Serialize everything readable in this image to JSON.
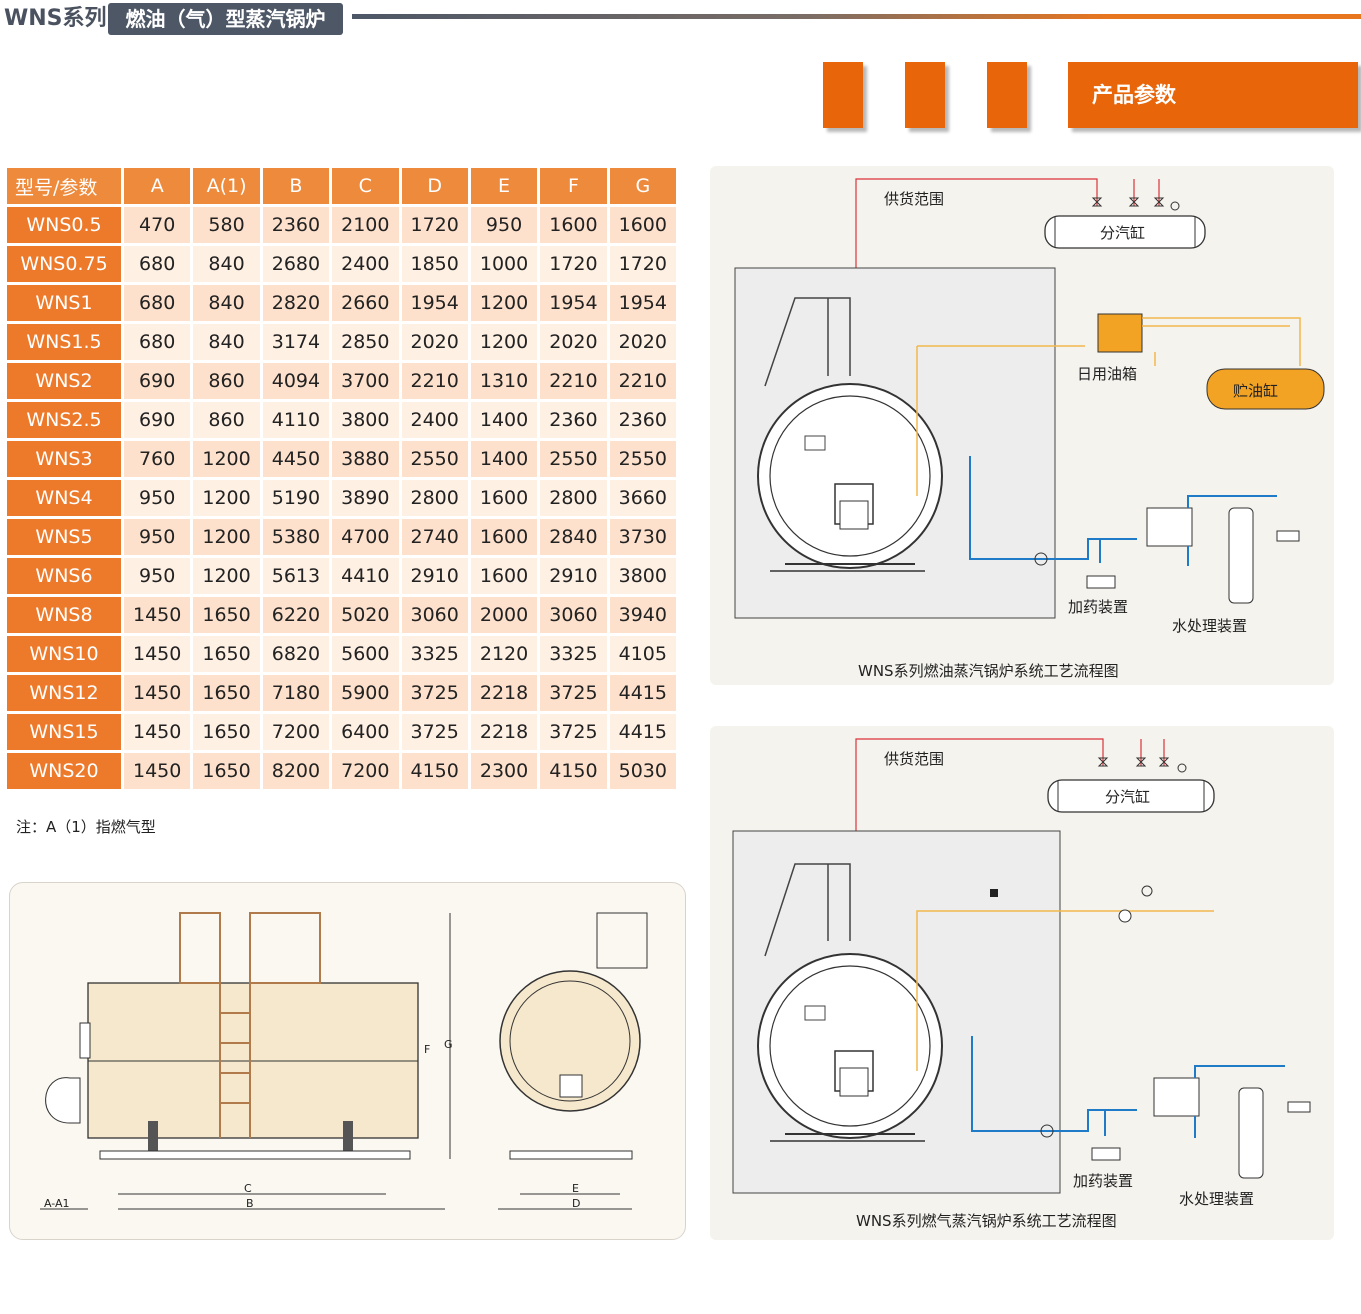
{
  "header": {
    "series": "WNS系列",
    "title": "燃油（气）型蒸汽锅炉"
  },
  "tabs": {
    "main_label": "产品参数"
  },
  "table": {
    "headers": [
      "型号/参数",
      "A",
      "A(1)",
      "B",
      "C",
      "D",
      "E",
      "F",
      "G"
    ],
    "rows": [
      [
        "WNS0.5",
        "470",
        "580",
        "2360",
        "2100",
        "1720",
        "950",
        "1600",
        "1600"
      ],
      [
        "WNS0.75",
        "680",
        "840",
        "2680",
        "2400",
        "1850",
        "1000",
        "1720",
        "1720"
      ],
      [
        "WNS1",
        "680",
        "840",
        "2820",
        "2660",
        "1954",
        "1200",
        "1954",
        "1954"
      ],
      [
        "WNS1.5",
        "680",
        "840",
        "3174",
        "2850",
        "2020",
        "1200",
        "2020",
        "2020"
      ],
      [
        "WNS2",
        "690",
        "860",
        "4094",
        "3700",
        "2210",
        "1310",
        "2210",
        "2210"
      ],
      [
        "WNS2.5",
        "690",
        "860",
        "4110",
        "3800",
        "2400",
        "1400",
        "2360",
        "2360"
      ],
      [
        "WNS3",
        "760",
        "1200",
        "4450",
        "3880",
        "2550",
        "1400",
        "2550",
        "2550"
      ],
      [
        "WNS4",
        "950",
        "1200",
        "5190",
        "3890",
        "2800",
        "1600",
        "2800",
        "3660"
      ],
      [
        "WNS5",
        "950",
        "1200",
        "5380",
        "4700",
        "2740",
        "1600",
        "2840",
        "3730"
      ],
      [
        "WNS6",
        "950",
        "1200",
        "5613",
        "4410",
        "2910",
        "1600",
        "2910",
        "3800"
      ],
      [
        "WNS8",
        "1450",
        "1650",
        "6220",
        "5020",
        "3060",
        "2000",
        "3060",
        "3940"
      ],
      [
        "WNS10",
        "1450",
        "1650",
        "6820",
        "5600",
        "3325",
        "2120",
        "3325",
        "4105"
      ],
      [
        "WNS12",
        "1450",
        "1650",
        "7180",
        "5900",
        "3725",
        "2218",
        "3725",
        "4415"
      ],
      [
        "WNS15",
        "1450",
        "1650",
        "7200",
        "6400",
        "3725",
        "2218",
        "3725",
        "4415"
      ],
      [
        "WNS20",
        "1450",
        "1650",
        "8200",
        "7200",
        "4150",
        "2300",
        "4150",
        "5030"
      ]
    ],
    "note": "注：A（1）指燃气型"
  },
  "oil_diagram": {
    "supply_scope": "供货范围",
    "steam_header": "分汽缸",
    "day_tank": "日用油箱",
    "storage_tank": "贮油缸",
    "dosing": "加药装置",
    "water_treatment": "水处理装置",
    "caption": "WNS系列燃油蒸汽锅炉系统工艺流程图"
  },
  "gas_diagram": {
    "supply_scope": "供货范围",
    "steam_header": "分汽缸",
    "dosing": "加药装置",
    "water_treatment": "水处理装置",
    "caption": "WNS系列燃气蒸汽锅炉系统工艺流程图"
  },
  "drawing": {
    "dim_a": "A-A1",
    "dim_b": "B",
    "dim_c": "C",
    "dim_d": "D",
    "dim_e": "E",
    "dim_f": "F",
    "dim_g": "G"
  },
  "colors": {
    "accent": "#e8650a",
    "table_header": "#ee8a3c",
    "model_cell": "#ed7a2b",
    "row_light": "#fde1cc",
    "row_alt": "#fff0e4",
    "header_gray": "#4d5766"
  }
}
